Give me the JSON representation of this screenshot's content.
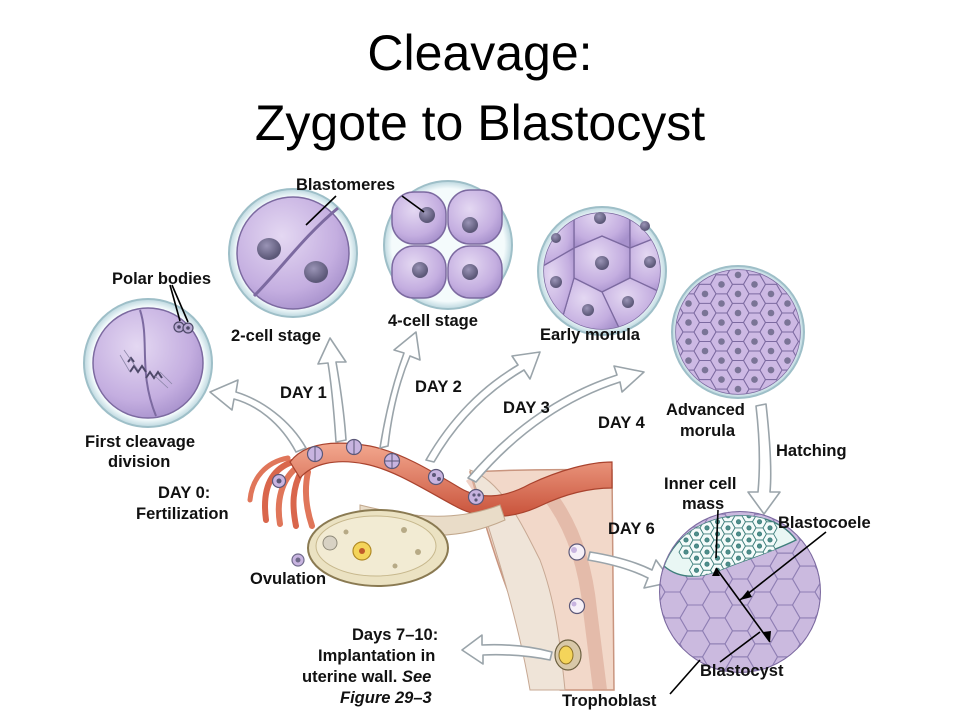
{
  "title": {
    "line1": "Cleavage:",
    "line2": "Zygote to Blastocyst"
  },
  "labels": {
    "blastomeres": "Blastomeres",
    "polar_bodies": "Polar bodies",
    "two_cell": "2-cell stage",
    "four_cell": "4-cell stage",
    "early_morula": "Early morula",
    "first_cleavage_1": "First cleavage",
    "first_cleavage_2": "division",
    "day1": "DAY 1",
    "day2": "DAY 2",
    "day3": "DAY 3",
    "day4": "DAY 4",
    "advanced_morula_1": "Advanced",
    "advanced_morula_2": "morula",
    "hatching": "Hatching",
    "day0_1": "DAY 0:",
    "day0_2": "Fertilization",
    "inner_cell_1": "Inner cell",
    "inner_cell_2": "mass",
    "blastocoele": "Blastocoele",
    "day6": "DAY 6",
    "ovulation": "Ovulation",
    "days710_1": "Days 7–10:",
    "days710_2": "Implantation in",
    "days710_3a": "uterine wall.",
    "days710_3b": "See",
    "days710_4": "Figure 29–3",
    "blastocyst": "Blastocyst",
    "trophoblast": "Trophoblast"
  },
  "colors": {
    "cell_fill": "#c8b4e0",
    "cell_dark": "#a58cc8",
    "nucleus": "#6f6a8a",
    "zona": "#d8ecf0",
    "arrow": "#ffffff",
    "tube": "#e0765a",
    "ovary": "#ebe2c2",
    "uterus": "#f1d6c6"
  }
}
